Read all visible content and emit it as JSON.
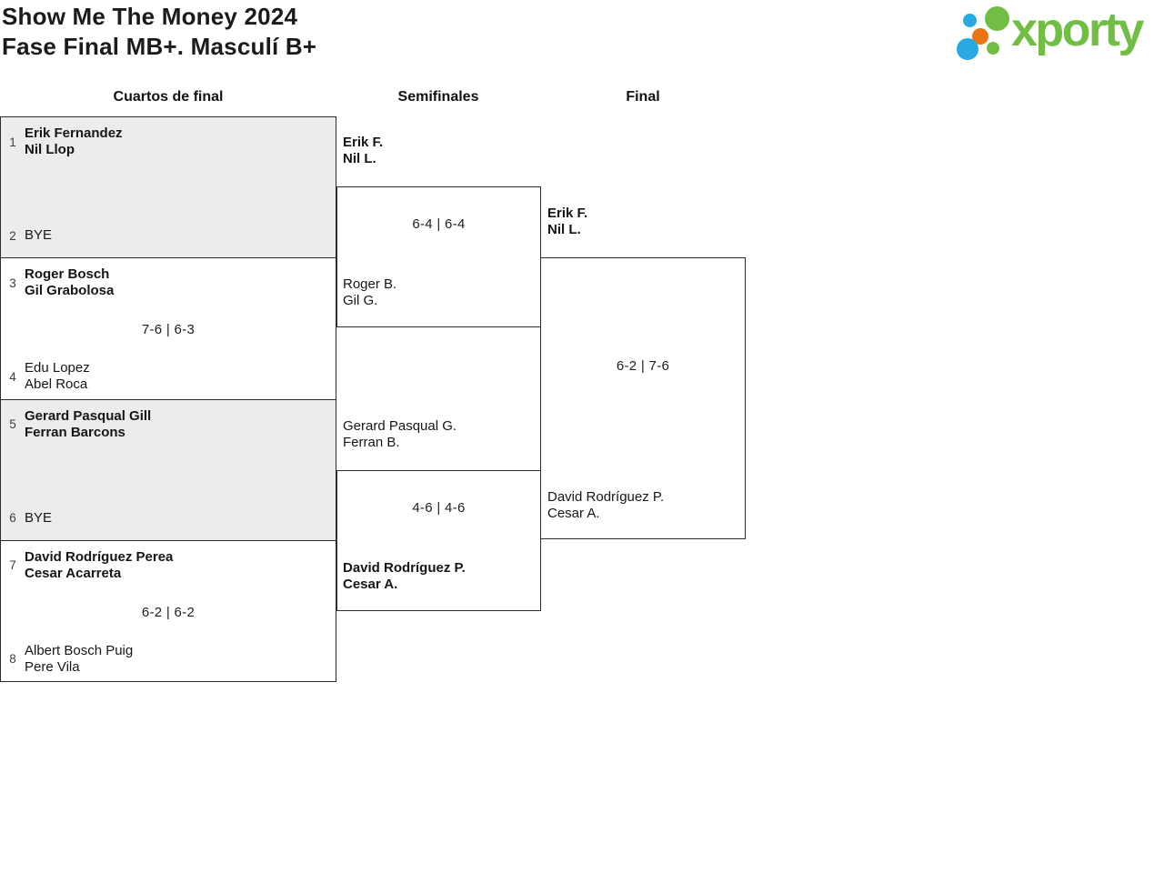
{
  "header": {
    "title": "Show Me The Money 2024",
    "subtitle": "Fase Final MB+. Masculí B+"
  },
  "logo": {
    "text": "xporty",
    "colors": {
      "green": "#72be44",
      "blue": "#29a9e2",
      "orange": "#e87511"
    }
  },
  "rounds": {
    "r1": "Cuartos de final",
    "r2": "Semifinales",
    "r3": "Final"
  },
  "bracket": {
    "qf": [
      {
        "seed1": "1",
        "p1a": "Erik Fernandez",
        "p1b": "Nil Llop",
        "seed2": "2",
        "p2a": "BYE",
        "p2b": "",
        "score": "",
        "winner": "top",
        "bye": true
      },
      {
        "seed1": "3",
        "p1a": "Roger Bosch",
        "p1b": "Gil Grabolosa",
        "seed2": "4",
        "p2a": "Edu Lopez",
        "p2b": "Abel Roca",
        "score": "7-6 | 6-3",
        "winner": "top",
        "bye": false
      },
      {
        "seed1": "5",
        "p1a": "Gerard Pasqual Gill",
        "p1b": "Ferran Barcons",
        "seed2": "6",
        "p2a": "BYE",
        "p2b": "",
        "score": "",
        "winner": "top",
        "bye": true
      },
      {
        "seed1": "7",
        "p1a": "David Rodríguez Perea",
        "p1b": "Cesar Acarreta",
        "seed2": "8",
        "p2a": "Albert Bosch Puig",
        "p2b": "Pere Vila",
        "score": "6-2 | 6-2",
        "winner": "top",
        "bye": false
      }
    ],
    "sf": [
      {
        "p1a": "Erik F.",
        "p1b": "Nil L.",
        "p2a": "Roger B.",
        "p2b": "Gil G.",
        "score": "6-4 | 6-4",
        "winner": "top"
      },
      {
        "p1a": "Gerard Pasqual G.",
        "p1b": "Ferran B.",
        "p2a": "David Rodríguez P.",
        "p2b": "Cesar A.",
        "score": "4-6 | 4-6",
        "winner": "bottom"
      }
    ],
    "final": {
      "p1a": "Erik F.",
      "p1b": "Nil L.",
      "p2a": "David Rodríguez P.",
      "p2b": "Cesar A.",
      "score": "6-2 | 7-6",
      "winner": "top"
    }
  },
  "colors": {
    "bye_fill": "#ececec",
    "line": "#2c2c2c"
  }
}
